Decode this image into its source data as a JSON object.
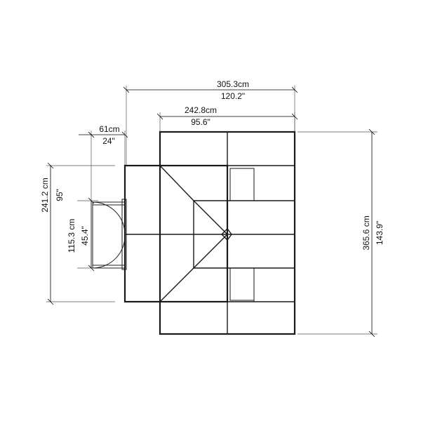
{
  "dimensions": {
    "overall_width_cm": "305.3cm",
    "overall_width_in": "120.2\"",
    "main_width_cm": "242.8cm",
    "main_width_in": "95.6\"",
    "wing_depth_cm": "61cm",
    "wing_depth_in": "24\"",
    "wing_length_cm": "241.2 cm",
    "wing_length_in": "95\"",
    "door_width_cm": "115.3 cm",
    "door_width_in": "45.4\"",
    "overall_length_cm": "365.6 cm",
    "overall_length_in": "143.9\""
  },
  "colors": {
    "line": "#1a1a1a",
    "dimension": "#000000",
    "background": "#ffffff"
  }
}
